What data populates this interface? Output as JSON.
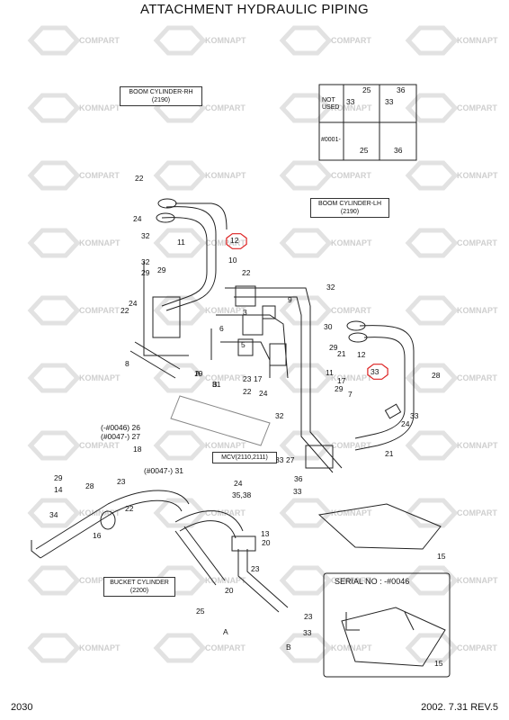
{
  "title": "ATTACHMENT HYDRAULIC PIPING",
  "page_number": "2030",
  "date_rev": "2002. 7.31  REV.5",
  "watermark": {
    "word1": "COMPART",
    "word2": "KOMNAPT"
  },
  "labels": {
    "boom_rh": [
      "BOOM CYLINDER-RH",
      "(2190)"
    ],
    "boom_lh": [
      "BOOM CYLINDER-LH",
      "(2190)"
    ],
    "mcv": "MCV(2110,2111)",
    "bucket": [
      "BUCKET CYLINDER",
      "(2200)"
    ],
    "serial": "SERIAL NO : -#0046"
  },
  "table": {
    "not_used": [
      "NOT",
      "USED"
    ],
    "serial_from": "#0001-",
    "nums": [
      "25",
      "33",
      "36",
      "33",
      "25",
      "36"
    ]
  },
  "variant_notes": {
    "n1": "(-#0046) 26",
    "n2": "(#0047-) 27",
    "n3": "(#0047-) 31"
  },
  "ports": [
    "A",
    "B",
    "A",
    "B"
  ],
  "callouts": [
    "22",
    "24",
    "32",
    "29",
    "11",
    "12",
    "10",
    "32",
    "29",
    "24",
    "22",
    "22",
    "9",
    "6",
    "8",
    "5",
    "3",
    "A",
    "B",
    "19",
    "31",
    "23",
    "17",
    "22",
    "24",
    "32",
    "30",
    "29",
    "21",
    "12",
    "11",
    "33",
    "28",
    "17",
    "7",
    "29",
    "32",
    "33",
    "24",
    "18",
    "21",
    "33",
    "27",
    "36",
    "33",
    "29",
    "14",
    "28",
    "23",
    "24",
    "35,38",
    "22",
    "34",
    "16",
    "13",
    "20",
    "23",
    "20",
    "23",
    "25",
    "33",
    "15",
    "15"
  ]
}
